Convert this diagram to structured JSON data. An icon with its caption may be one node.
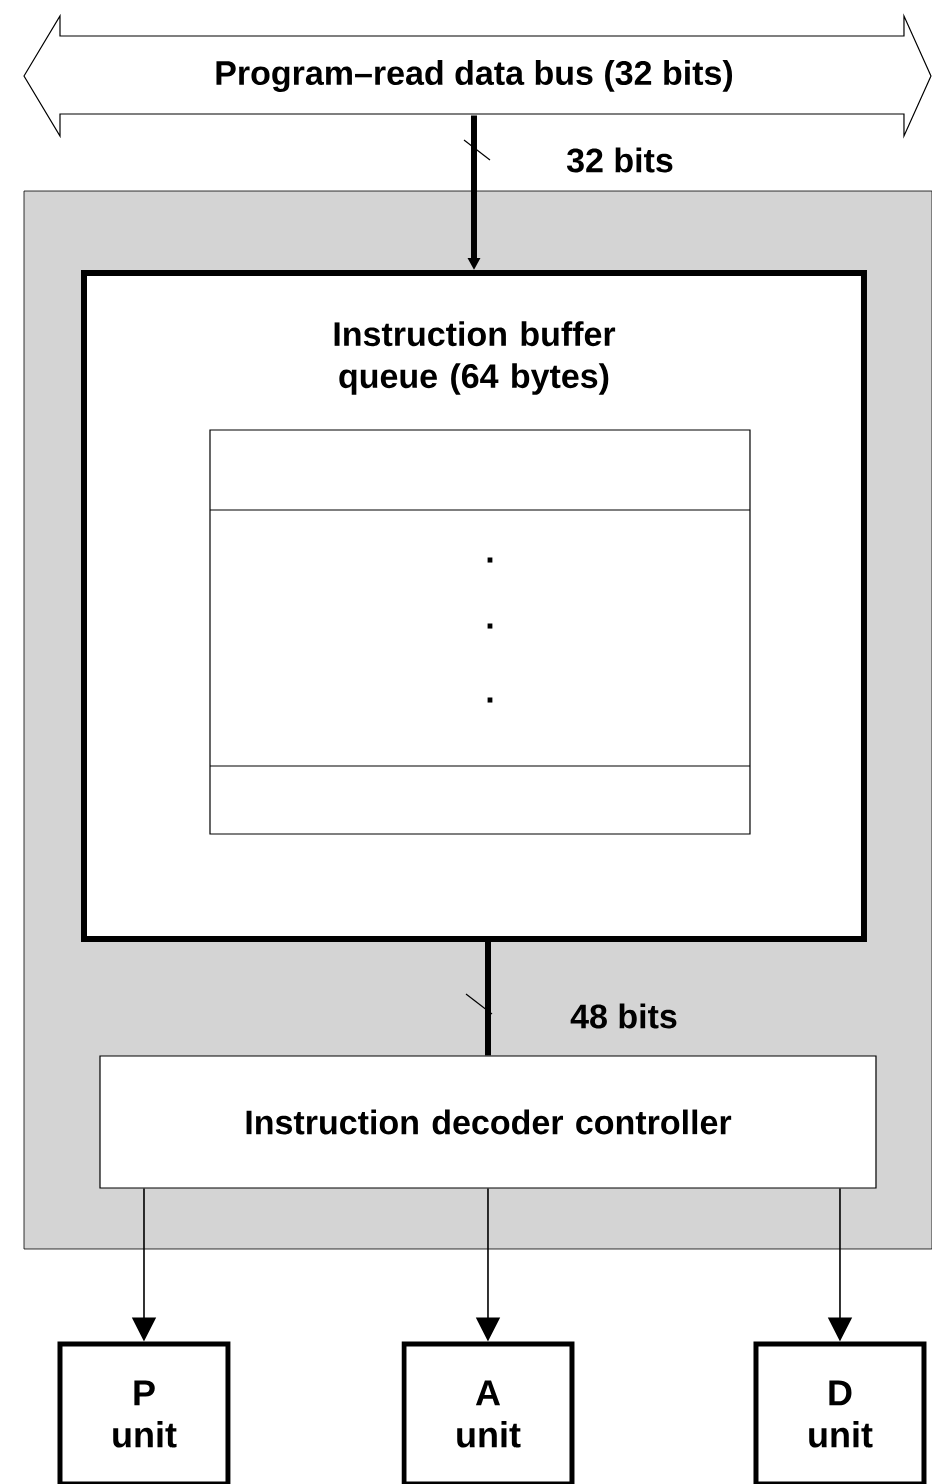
{
  "diagram": {
    "nodes": [
      {
        "text": [
          "Program–read data bus (32 bits)"
        ]
      },
      {
        "text": [],
        "shape": "box"
      },
      {
        "text": [
          "Instruction buffer queue (64 bytes)"
        ],
        "in": 1
      },
      {
        "text": [],
        "shape": "box",
        "in": 2
      },
      {
        "text": [
          "Instruction decoder controller"
        ],
        "in": 1
      },
      {
        "text": [
          "P unit"
        ]
      },
      {
        "text": [
          "A unit"
        ]
      },
      {
        "text": [
          "D unit"
        ]
      }
    ],
    "edges": [
      {
        "from": 0,
        "to": 2,
        "arrow": "to",
        "style": "thick",
        "label": "32 bits"
      },
      {
        "from": 2,
        "to": 4,
        "arrow": "none",
        "style": "thick",
        "label": "48 bits"
      },
      {
        "from": 4,
        "to": 5,
        "arrow": "to"
      },
      {
        "from": 4,
        "to": 6,
        "arrow": "to"
      },
      {
        "from": 4,
        "to": 7,
        "arrow": "to"
      }
    ],
    "labels": [
      ".",
      ".",
      "."
    ]
  }
}
